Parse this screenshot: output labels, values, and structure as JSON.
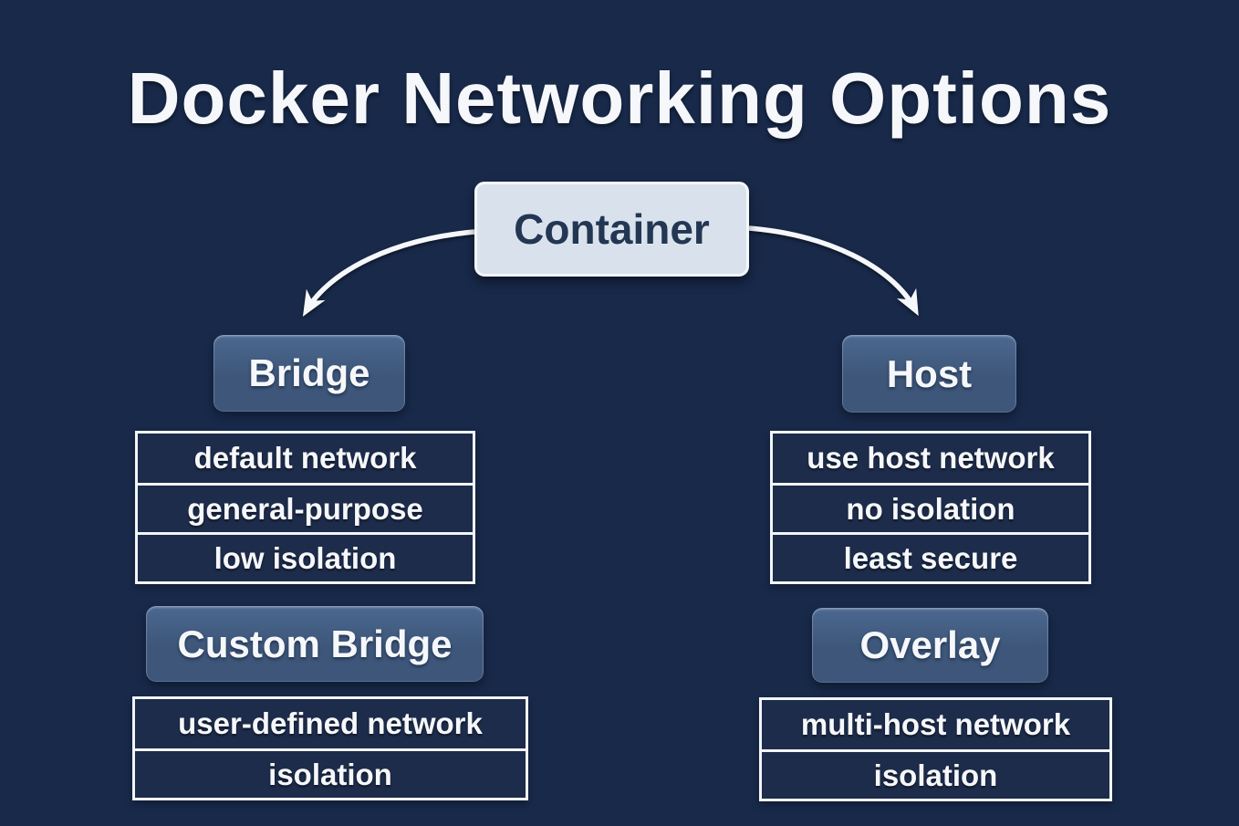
{
  "title": "Docker Networking Options",
  "root_label": "Container",
  "branches": {
    "bridge": {
      "label": "Bridge",
      "items": [
        "default network",
        "general-purpose",
        "low isolation"
      ]
    },
    "host": {
      "label": "Host",
      "items": [
        "use host network",
        "no isolation",
        "least secure"
      ]
    },
    "custom_bridge": {
      "label": "Custom Bridge",
      "items": [
        "user-defined network",
        "isolation"
      ]
    },
    "overlay": {
      "label": "Overlay",
      "items": [
        "multi-host network",
        "isolation"
      ]
    }
  },
  "colors": {
    "background": "#18294a",
    "node": "#3d5679",
    "node_light": "#4c6890",
    "container_fill": "#d9e2ec",
    "container_text": "#233754",
    "row_bg": "#1d2c4b",
    "line": "#f2f5f9",
    "text": "#f5f7fa"
  }
}
